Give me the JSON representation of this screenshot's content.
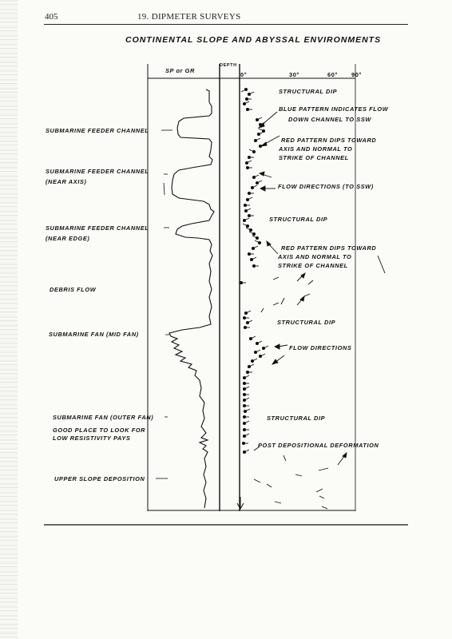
{
  "header": {
    "page_number": "405",
    "section": "19. DIPMETER SURVEYS"
  },
  "figure": {
    "title": "CONTINENTAL SLOPE AND ABYSSAL ENVIRONMENTS",
    "track_header_left": "SP or GR",
    "track_header_depth": "DEPTH",
    "track_header_scale": [
      "0°",
      "30°",
      "60°",
      "90°"
    ],
    "left_labels": [
      "SUBMARINE FEEDER CHANNEL",
      "SUBMARINE FEEDER CHANNEL",
      "(NEAR AXIS)",
      "SUBMARINE FEEDER CHANNEL",
      "(NEAR EDGE)",
      "DEBRIS FLOW",
      "SUBMARINE FAN (MID FAN)",
      "SUBMARINE FAN (OUTER FAN)",
      "GOOD PLACE TO LOOK FOR",
      "LOW RESISTIVITY PAYS",
      "UPPER SLOPE DEPOSITION"
    ],
    "right_labels": [
      "STRUCTURAL DIP",
      "BLUE PATTERN INDICATES FLOW",
      "DOWN CHANNEL TO SSW",
      "RED  PATTERN DIPS TOWARD",
      "AXIS AND NORMAL TO",
      "STRIKE OF CHANNEL",
      "FLOW DIRECTIONS (TO SSW)",
      "STRUCTURAL DIP",
      "RED  PATTERN DIPS TOWARD",
      "AXIS AND NORMAL TO",
      "STRIKE OF CHANNEL",
      "STRUCTURAL DIP",
      "FLOW DIRECTIONS",
      "STRUCTURAL DIP",
      "POST DEPOSITIONAL DEFORMATION"
    ]
  }
}
